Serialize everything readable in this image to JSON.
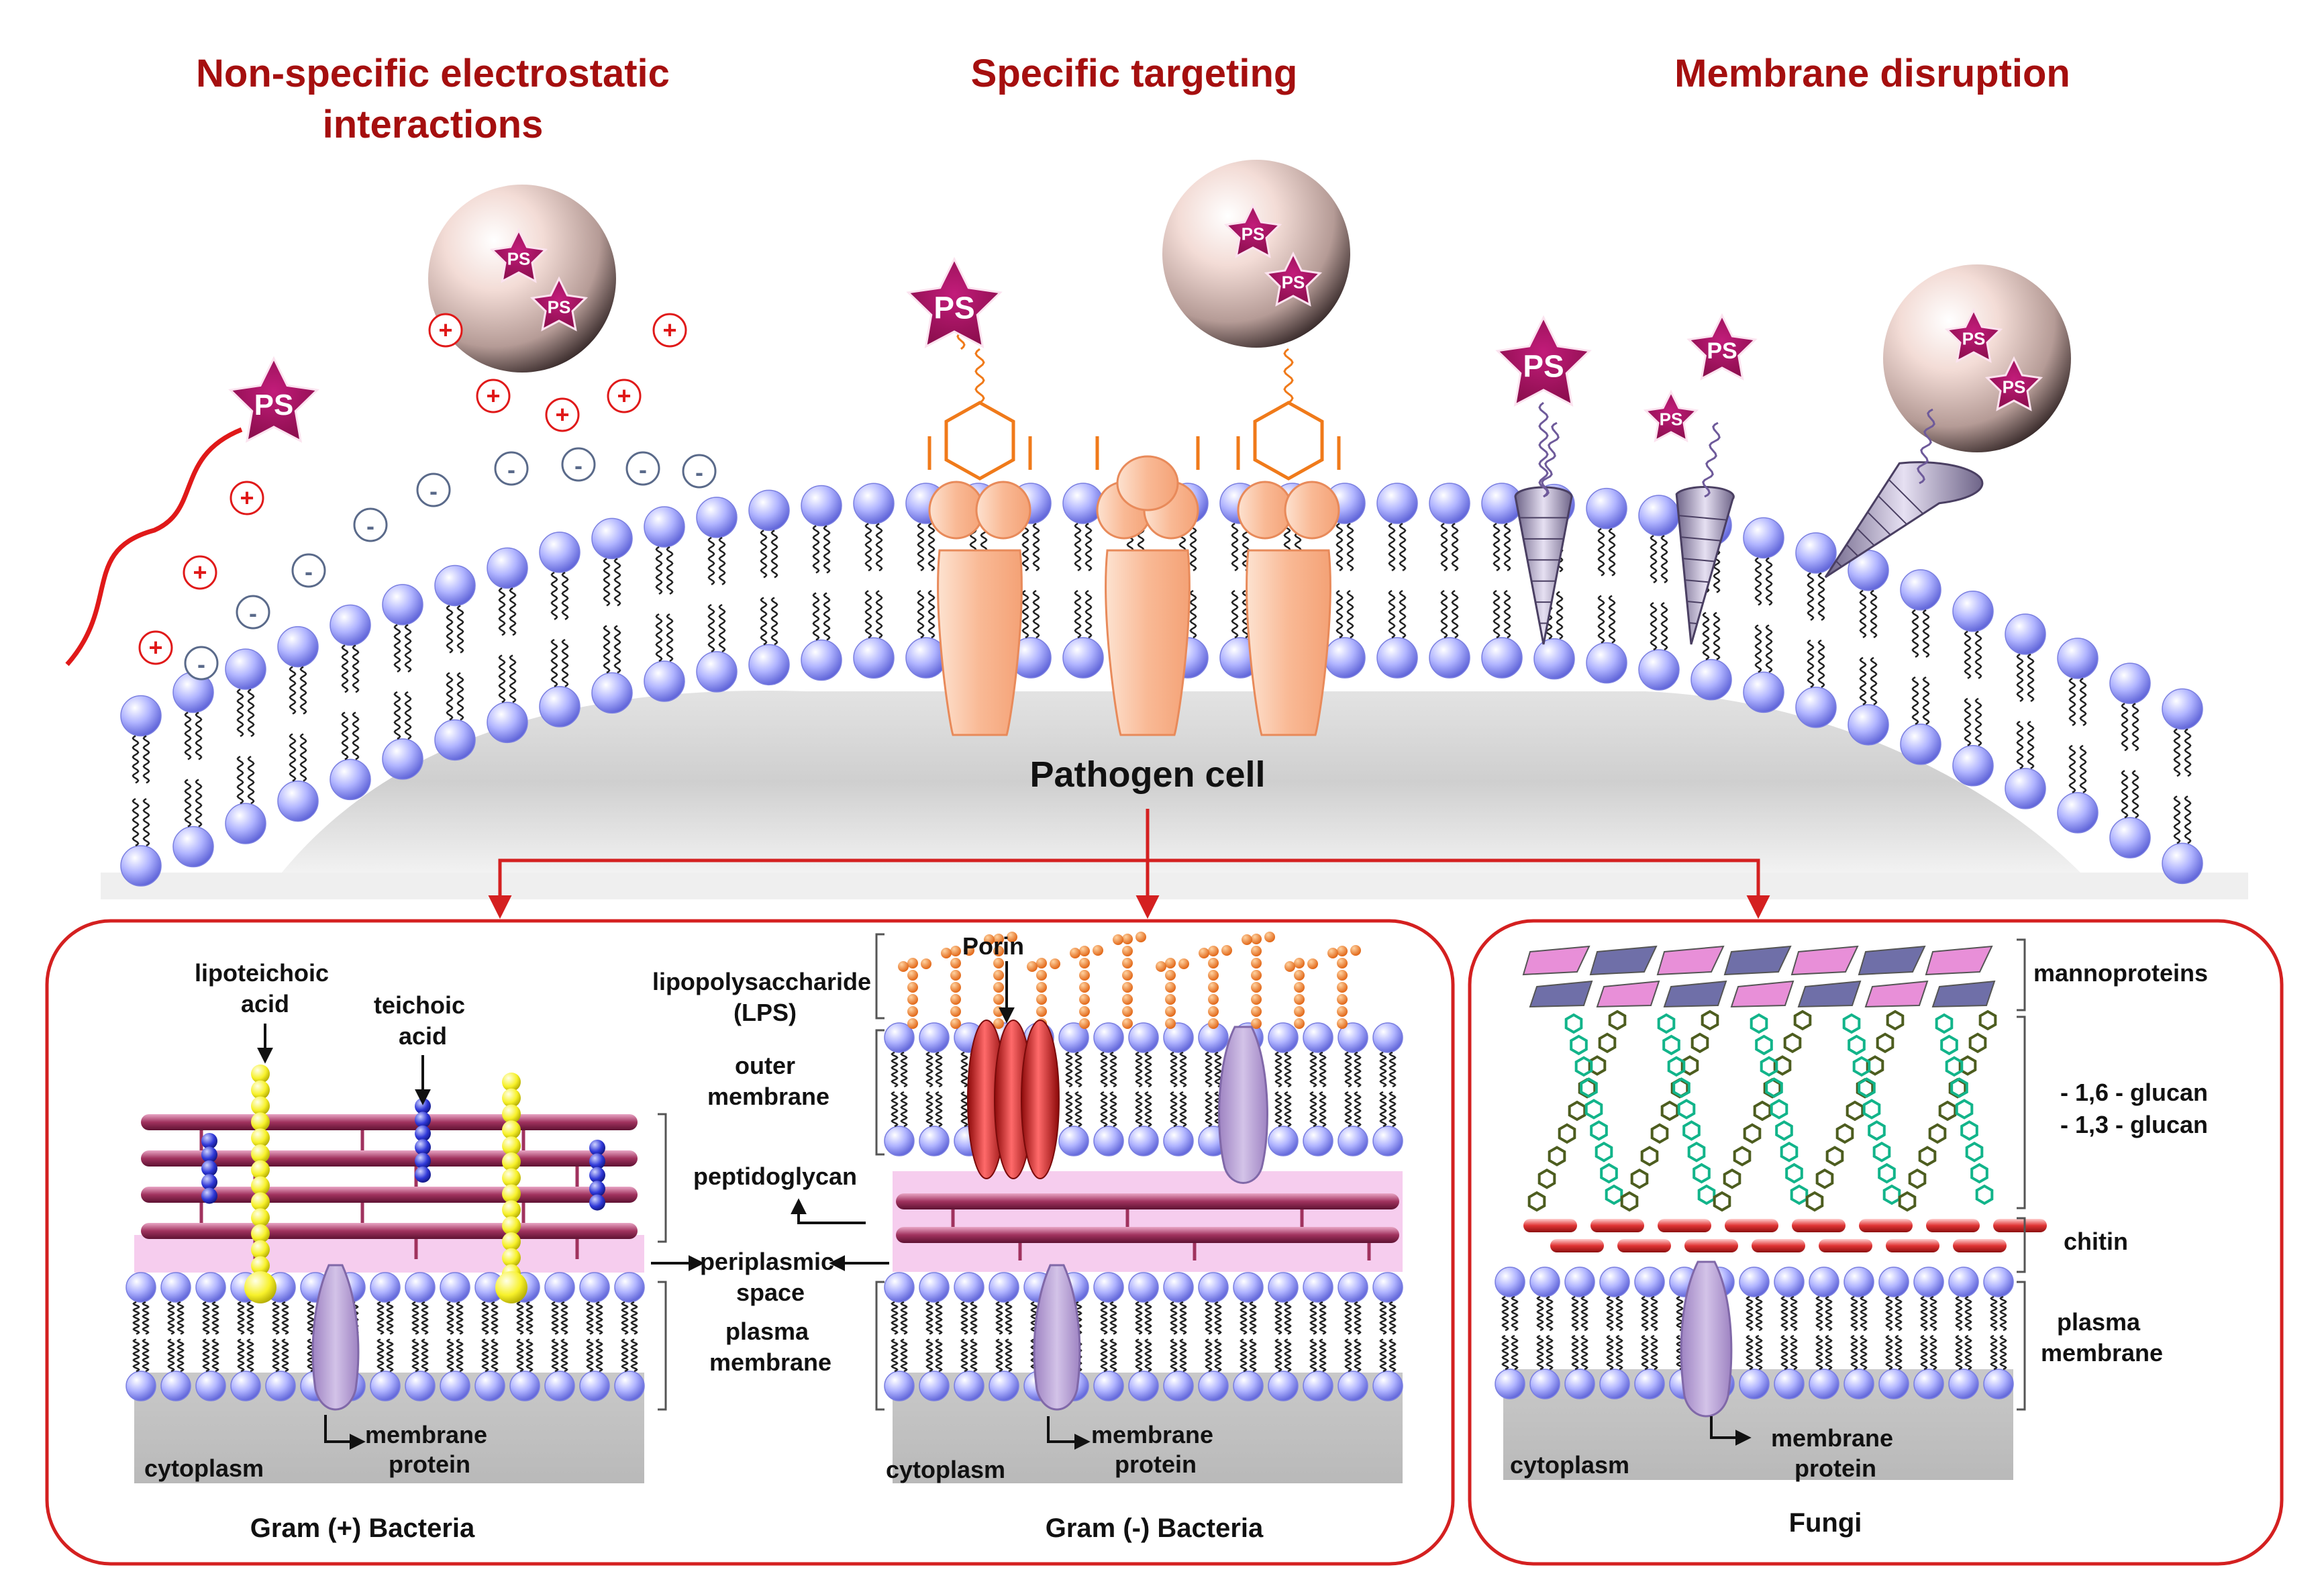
{
  "headings": {
    "nonspecific": "Non-specific electrostatic interactions",
    "specific": "Specific targeting",
    "disruption": "Membrane disruption"
  },
  "ps_label": "PS",
  "charges": {
    "positive": "+",
    "negative": "-"
  },
  "cell_label": "Pathogen cell",
  "gram_pos": {
    "title": "Gram (+) Bacteria",
    "lipoteichoic": [
      "lipoteichoic",
      "acid"
    ],
    "teichoic": [
      "teichoic",
      "acid"
    ],
    "cytoplasm": "cytoplasm",
    "membrane_protein": [
      "membrane",
      "protein"
    ]
  },
  "middle_labels": {
    "lps": [
      "lipopolysaccharide",
      "(LPS)"
    ],
    "outer_membrane": [
      "outer",
      "membrane"
    ],
    "peptidoglycan": "peptidoglycan",
    "periplasmic": [
      "periplasmic",
      "space"
    ],
    "plasma_membrane": [
      "plasma",
      "membrane"
    ]
  },
  "gram_neg": {
    "title": "Gram (-) Bacteria",
    "porin": "Porin",
    "cytoplasm": "cytoplasm",
    "membrane_protein": [
      "membrane",
      "protein"
    ]
  },
  "fungi": {
    "title": "Fungi",
    "mannoproteins": "mannoproteins",
    "glucan": [
      "- 1,6 - glucan",
      "- 1,3 - glucan"
    ],
    "chitin": "chitin",
    "plasma_membrane": [
      "plasma",
      "membrane"
    ],
    "cytoplasm": "cytoplasm",
    "membrane_protein": [
      "membrane",
      "protein"
    ]
  },
  "colors": {
    "heading": "#a50f0f",
    "arrow": "#d42020",
    "lipid_head": "#8f93f2",
    "ps_star": "#a3125e",
    "receptor": "#f9b995",
    "peptidoglycan": "#a0325e",
    "lipoteichoic": "#f7f12a",
    "teichoic": "#2f38d8",
    "porin": "#e02020",
    "lps": "#f07a1a",
    "chitin": "#e03434",
    "glucan_dark": "#4d5d1f",
    "glucan_green": "#12b48a",
    "mannoprotein_pink": "#e88fd8",
    "mannoprotein_purple": "#6f6fa8",
    "membrane_protein": "#b59bd3"
  }
}
